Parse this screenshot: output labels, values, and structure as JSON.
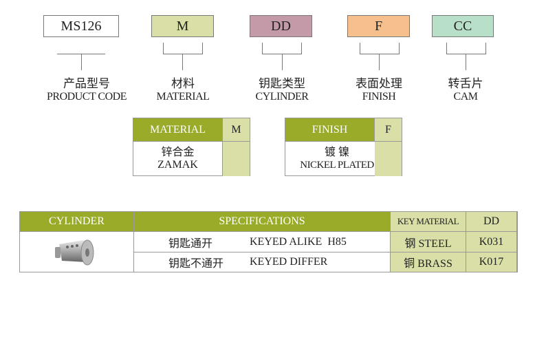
{
  "codes": [
    {
      "value": "MS126",
      "cn": "产品型号",
      "en": "PRODUCT CODE",
      "color": "#ffffff"
    },
    {
      "value": "M",
      "cn": "材料",
      "en": "MATERIAL",
      "color": "#d9dfa6"
    },
    {
      "value": "DD",
      "cn": "钥匙类型",
      "en": "CYLINDER",
      "color": "#c49aa8"
    },
    {
      "value": "F",
      "cn": "表面处理",
      "en": "FINISH",
      "color": "#f6c08e"
    },
    {
      "value": "CC",
      "cn": "转舌片",
      "en": "CAM",
      "color": "#b8dfc8"
    }
  ],
  "material_table": {
    "header": "MATERIAL",
    "code": "M",
    "cn": "锌合金",
    "en": "ZAMAK"
  },
  "finish_table": {
    "header": "FINISH",
    "code": "F",
    "cn": "镀 镍",
    "en": "NICKEL PLATED"
  },
  "cylinder_table": {
    "headers": [
      "CYLINDER",
      "SPECIFICATIONS",
      "KEY MATERIAL",
      "DD"
    ],
    "rows": [
      {
        "cn": "钥匙通开",
        "en": "KEYED ALIKE  H85",
        "material": "钢 STEEL",
        "dd": "K031"
      },
      {
        "cn": "钥匙不通开",
        "en": "KEYED DIFFER",
        "material": "铜 BRASS",
        "dd": "K017"
      }
    ]
  }
}
